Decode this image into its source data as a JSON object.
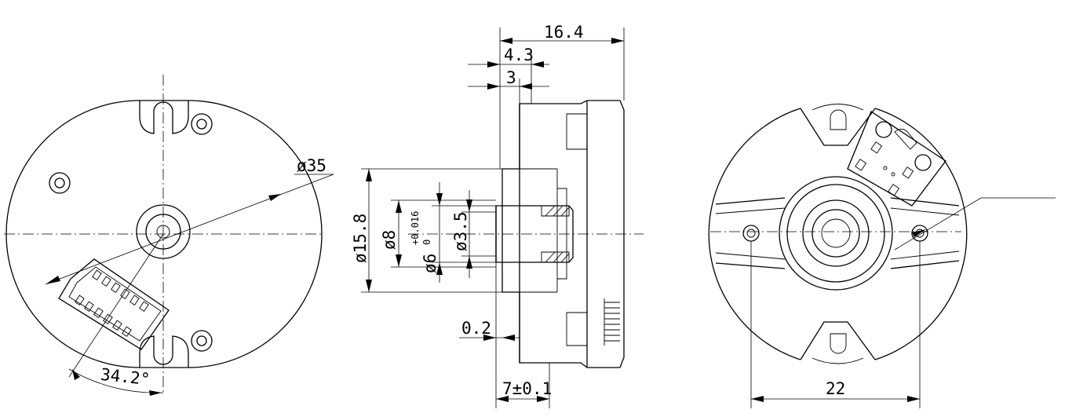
{
  "dimensions": {
    "front_diameter": "ø35",
    "front_angle": "34.2°",
    "side_overall_length": "16.4",
    "side_length_a": "4.3",
    "side_length_b": "3",
    "side_dia_outer": "ø15.8",
    "side_dia_mid": "ø8",
    "side_dia_bore": "ø6",
    "side_bore_tol_upper": "+0.016",
    "side_bore_tol_lower": "0",
    "side_dia_inner": "ø3.5",
    "side_gap": "0.2",
    "side_hub_length": "7±0.1",
    "rear_hole_spacing": "22"
  }
}
